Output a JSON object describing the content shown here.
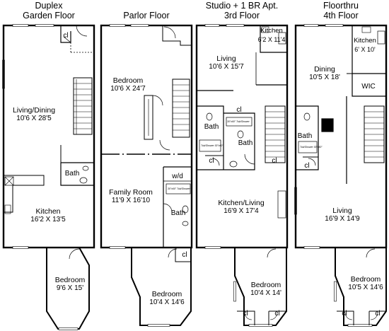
{
  "floors": [
    {
      "title_lines": [
        "Duplex",
        "Garden Floor"
      ],
      "rooms": [
        {
          "name": "Living/Dining",
          "dims": "10'6 X 28'5"
        },
        {
          "name": "Bath",
          "dims": ""
        },
        {
          "name": "Kitchen",
          "dims": "16'2 X 13'5"
        },
        {
          "name": "Bedroom",
          "dims": "9'6 X 15'"
        }
      ],
      "closets": [
        "cl"
      ]
    },
    {
      "title_lines": [
        "Parlor Floor"
      ],
      "rooms": [
        {
          "name": "Bedroom",
          "dims": "10'6 X 24'7"
        },
        {
          "name": "Family Room",
          "dims": "11'9 X 16'10"
        },
        {
          "name": "Bath",
          "dims": ""
        },
        {
          "name": "Bedroom",
          "dims": "10'4 X 14'6"
        }
      ],
      "labels": [
        "w/d",
        "cl"
      ],
      "notes": [
        "30\"x60\" Tub/Shower"
      ]
    },
    {
      "title_lines": [
        "Studio + 1 BR Apt.",
        "3rd Floor"
      ],
      "rooms": [
        {
          "name": "Kitchen",
          "dims": "6'2 X 11'4"
        },
        {
          "name": "Living",
          "dims": "10'6 X 15'7"
        },
        {
          "name": "Bath",
          "dims": ""
        },
        {
          "name": "Bath",
          "dims": ""
        },
        {
          "name": "Kitchen/Living",
          "dims": "16'9 X 17'4"
        },
        {
          "name": "Bedroom",
          "dims": "10'4 X 14'"
        }
      ],
      "closets": [
        "cl",
        "cl",
        "cl",
        "cl",
        "cl"
      ],
      "notes": [
        "30\"x60\" Tub/Shower",
        "Tub/Shower 30\"x60\""
      ]
    },
    {
      "title_lines": [
        "Floorthru",
        "4th Floor"
      ],
      "rooms": [
        {
          "name": "Kitchen",
          "dims": "6' X 10'"
        },
        {
          "name": "Dining",
          "dims": "10'5 X 18'"
        },
        {
          "name": "WIC",
          "dims": ""
        },
        {
          "name": "Bath",
          "dims": ""
        },
        {
          "name": "Living",
          "dims": "16'9 X 14'9"
        },
        {
          "name": "Bedroom",
          "dims": "10'5 X 14'6"
        }
      ],
      "closets": [
        "cl",
        "cl",
        "cl"
      ],
      "notes": [
        "Tub/Shower 30\"x60\""
      ]
    }
  ]
}
